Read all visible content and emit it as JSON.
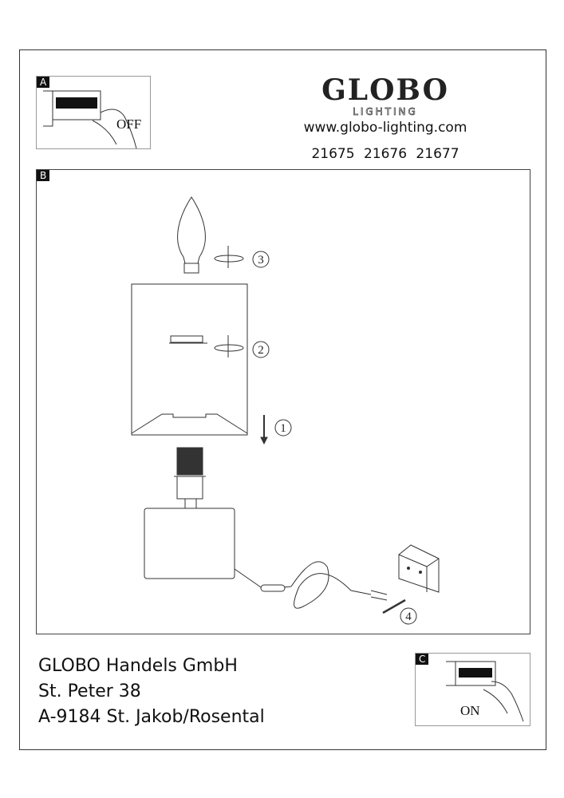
{
  "brand": {
    "logo": "GLOBO",
    "sub": "LIGHTING",
    "url": "www.globo-lighting.com",
    "item_numbers": "21675  21676  21677"
  },
  "panels": {
    "a": {
      "tag": "A",
      "label": "OFF"
    },
    "b": {
      "tag": "B",
      "steps": [
        "1",
        "2",
        "3",
        "4"
      ]
    },
    "c": {
      "tag": "C",
      "label": "ON"
    }
  },
  "address": {
    "line1": "GLOBO Handels GmbH",
    "line2": "St. Peter  38",
    "line3": "A-9184 St. Jakob/Rosental"
  }
}
